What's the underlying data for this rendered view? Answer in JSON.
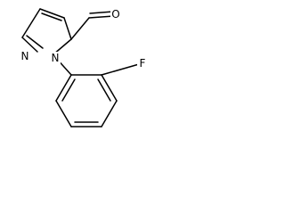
{
  "molecule": {
    "atoms": {
      "oxygen": "O",
      "n1": "N",
      "n2": "N",
      "fluorine": "F"
    },
    "colors": {
      "bond": "#000000",
      "label": "#000000",
      "background": "#ffffff"
    }
  }
}
